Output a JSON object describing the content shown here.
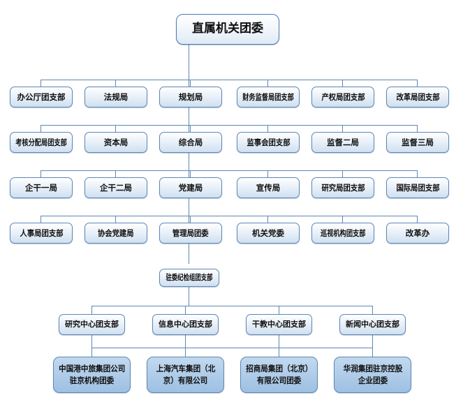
{
  "chart_data": {
    "type": "diagram",
    "diagram_type": "organization-chart",
    "title": "直属机关团委",
    "orientation": "top-down",
    "levels": 7,
    "node_count": 35
  },
  "root": {
    "label": "直属机关团委"
  },
  "row1": {
    "nodes": [
      {
        "label": "办公厅团支部"
      },
      {
        "label": "法规局"
      },
      {
        "label": "规划局"
      },
      {
        "label": "财务监督局团支部"
      },
      {
        "label": "产权局团支部"
      },
      {
        "label": "改革局团支部"
      }
    ]
  },
  "row2": {
    "nodes": [
      {
        "label": "考核分配局团支部"
      },
      {
        "label": "资本局"
      },
      {
        "label": "综合局"
      },
      {
        "label": "监事会团支部"
      },
      {
        "label": "监督二局"
      },
      {
        "label": "监督三局"
      }
    ]
  },
  "row3": {
    "nodes": [
      {
        "label": "企干一局"
      },
      {
        "label": "企干二局"
      },
      {
        "label": "党建局"
      },
      {
        "label": "宣传局"
      },
      {
        "label": "研究局团支部"
      },
      {
        "label": "国际局团支部"
      }
    ]
  },
  "row4": {
    "nodes": [
      {
        "label": "人事局团支部"
      },
      {
        "label": "协会党建局"
      },
      {
        "label": "管理局团委"
      },
      {
        "label": "机关党委"
      },
      {
        "label": "巡视机构团支部"
      },
      {
        "label": "改革办"
      }
    ]
  },
  "row5": {
    "nodes": [
      {
        "label": "驻委纪检组团支部"
      }
    ]
  },
  "row6": {
    "nodes": [
      {
        "label": "研究中心团支部"
      },
      {
        "label": "信息中心团支部"
      },
      {
        "label": "干教中心团支部"
      },
      {
        "label": "新闻中心团支部"
      }
    ]
  },
  "row7": {
    "nodes": [
      {
        "line1": "中国港中旅集团公司",
        "line2": "驻京机构团委"
      },
      {
        "line1": "上海汽车集团（北",
        "line2": "京）有限公司"
      },
      {
        "line1": "招商局集团（北京）",
        "line2": "有限公司团委"
      },
      {
        "line1": "华润集团驻京控股",
        "line2": "企业团委"
      }
    ]
  },
  "colors": {
    "connector": "#5d87b5",
    "node_border": "#5d87b5",
    "node_fill_top": "#ffffff",
    "node_fill_bottom": "#cfe0f1",
    "leaf_fill": "#aecbe8",
    "background": "#ffffff",
    "text": "#0f0f0f"
  }
}
